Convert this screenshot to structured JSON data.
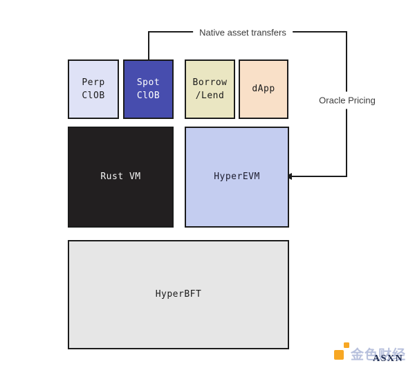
{
  "diagram": {
    "boxes": {
      "perp_clob": {
        "label": "Perp\nClOB",
        "fill": "#dfe2f6",
        "text_color": "#1b1b1b"
      },
      "spot_clob": {
        "label": "Spot\nClOB",
        "fill": "#474dae",
        "text_color": "#ffffff"
      },
      "borrow_lend": {
        "label": "Borrow\n/Lend",
        "fill": "#eae6c2",
        "text_color": "#1b1b1b"
      },
      "dapp": {
        "label": "dApp",
        "fill": "#f9e0c8",
        "text_color": "#1b1b1b"
      },
      "rust_vm": {
        "label": "Rust VM",
        "fill": "#221f20",
        "text_color": "#f5f5f5"
      },
      "hyperevm": {
        "label": "HyperEVM",
        "fill": "#c4cdf0",
        "text_color": "#1c1c2e"
      },
      "hyperbft": {
        "label": "HyperBFT",
        "fill": "#e6e6e6",
        "text_color": "#1b1b1b"
      }
    },
    "connections": {
      "native_asset_transfers": {
        "label": "Native asset transfers",
        "line_color": "#1b1b1b"
      },
      "oracle_pricing": {
        "label": "Oracle Pricing",
        "line_color": "#1b1b1b"
      }
    }
  },
  "watermark": {
    "jinse_text": "金色财经",
    "jinse_text_color": "#b8c1dd",
    "asxn_text": "ASXN",
    "asxn_text_color": "#1e2b4f",
    "logo_color": "#f7a723"
  }
}
